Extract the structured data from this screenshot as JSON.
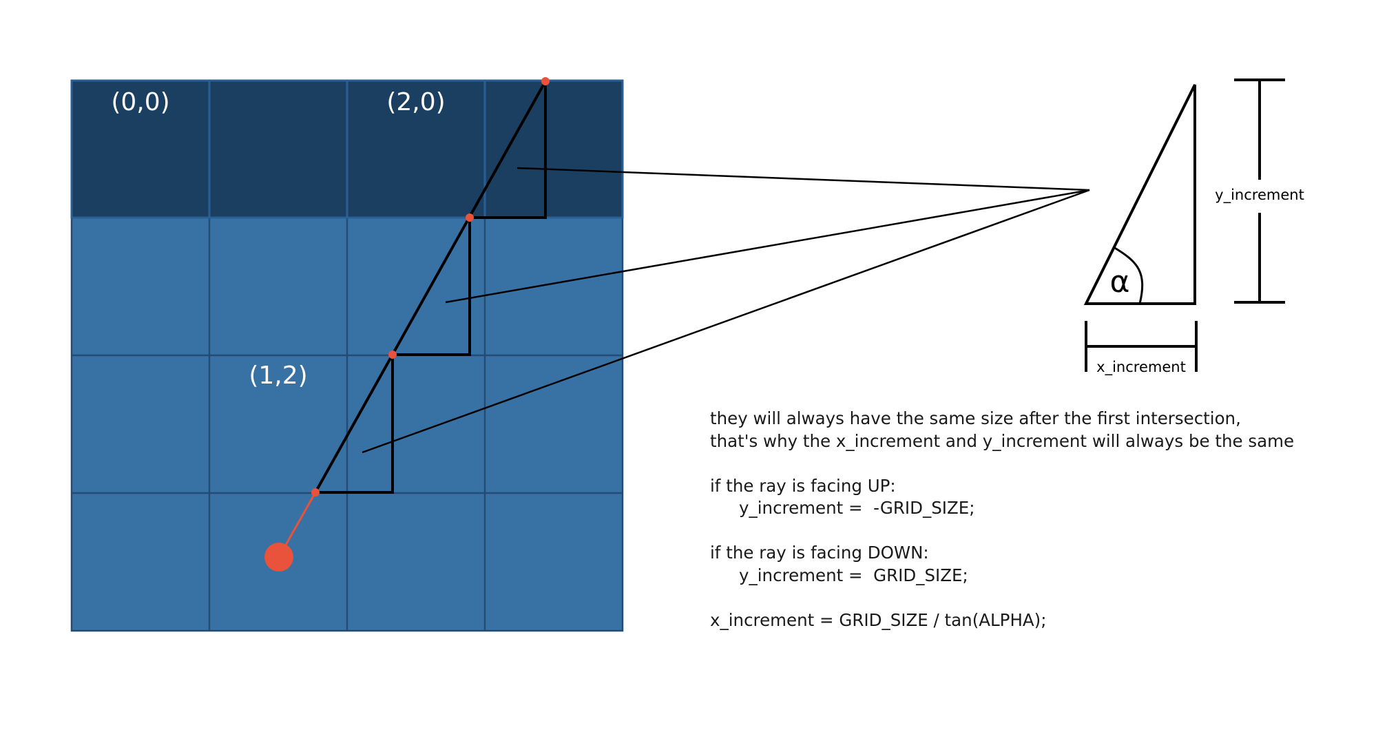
{
  "colors": {
    "wall": "#1b3f61",
    "floor": "#3871a4",
    "grid_line": "#234b74",
    "ray": "#e9523b",
    "ink": "#000000"
  },
  "grid": {
    "columns": 4,
    "rows": 4,
    "wall_row": 0,
    "cell_labels": [
      "(0,0)",
      "(2,0)",
      "(1,2)"
    ]
  },
  "triangle": {
    "angle_symbol": "α",
    "x_label": "x_increment",
    "y_label": "y_increment"
  },
  "notes": {
    "line1": "they will always have the same size after the first intersection,",
    "line2": "that's why the x_increment and y_increment will always be the same",
    "up_header": "if the ray is facing UP:",
    "up_code": "y_increment =  -GRID_SIZE;",
    "down_header": "if the ray is facing DOWN:",
    "down_code": "y_increment =  GRID_SIZE;",
    "formula": "x_increment = GRID_SIZE / tan(ALPHA);"
  }
}
